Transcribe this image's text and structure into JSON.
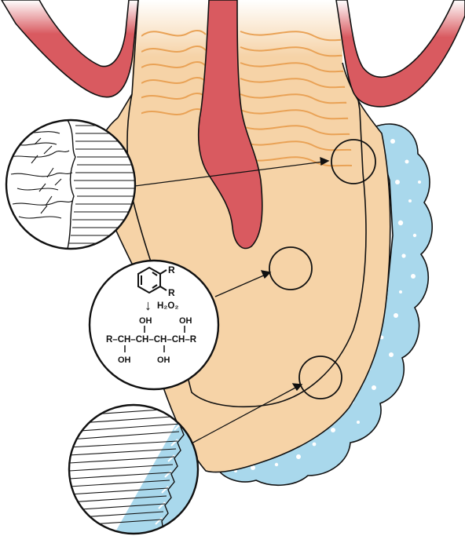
{
  "diagram": {
    "colors": {
      "gum": "#d95a60",
      "dentin": "#f6d3a7",
      "tubule": "#e9a256",
      "bleach_bubble": "#a9d8ec",
      "outline": "#111111",
      "background": "#ffffff"
    },
    "chemistry": {
      "reagent": "H₂O₂",
      "substituent_top": "R",
      "substituent_bottom": "R",
      "oh_upper_1": "OH",
      "oh_upper_2": "OH",
      "chain": "R–CH–CH–CH–CH–R",
      "oh_lower_1": "OH",
      "oh_lower_2": "OH",
      "arrow": "↓"
    }
  }
}
